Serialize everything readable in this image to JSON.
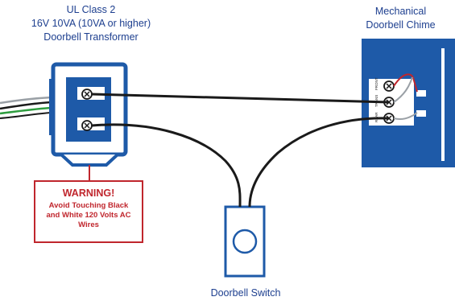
{
  "transformer": {
    "line1": "UL Class 2",
    "line2": "16V 10VA (10VA or higher)",
    "line3": "Doorbell Transformer"
  },
  "chime": {
    "line1": "Mechanical",
    "line2": "Doorbell Chime",
    "terminals": [
      "FRONT",
      "TRANS",
      "REAR"
    ]
  },
  "warning": {
    "title": "WARNING!",
    "line1": "Avoid Touching Black",
    "line2": "and White 120 Volts AC",
    "line3": "Wires"
  },
  "switch": {
    "label": "Doorbell Switch"
  },
  "colors": {
    "blue": "#1e5aa8",
    "dark_blue": "#1d3f8f",
    "warning_red": "#c0262d",
    "wire": "#1a1a1a"
  }
}
